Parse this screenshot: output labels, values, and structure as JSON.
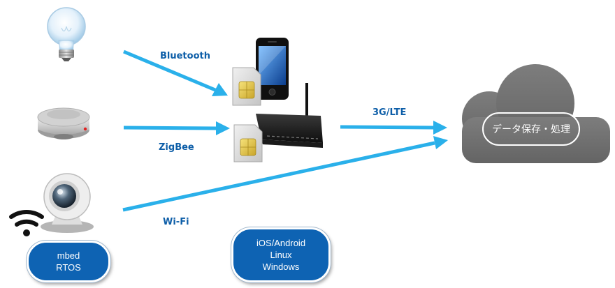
{
  "connections": {
    "bluetooth": "Bluetooth",
    "zigbee": "ZigBee",
    "wifi": "Wi-Fi",
    "cellular": "3G/LTE"
  },
  "cloud": {
    "label": "データ保存・処理"
  },
  "device_os": {
    "lines": [
      "mbed",
      "RTOS"
    ]
  },
  "gateway_os": {
    "lines": [
      "iOS/Android",
      "Linux",
      "Windows"
    ]
  },
  "colors": {
    "arrow": "#2ab0ea",
    "pill": "#0e63b3",
    "cloud": "#727272",
    "label": "#0d5ea8"
  }
}
